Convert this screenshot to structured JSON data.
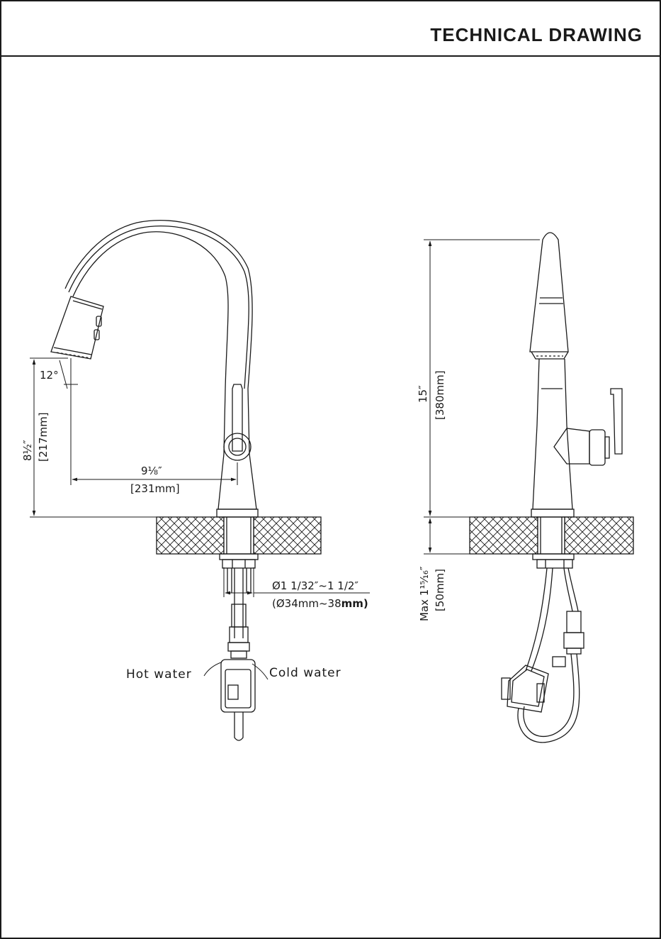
{
  "header": {
    "title": "TECHNICAL DRAWING"
  },
  "front_view": {
    "angle": "12°",
    "height_in": "8½″",
    "height_mm": "[217mm]",
    "reach_in": "9⅛″",
    "reach_mm": "[231mm]",
    "hole_in": "Ø1 1/32″~1 1/2″",
    "hole_mm_prefix": "(Ø34mm~38",
    "hole_mm_unit": "mm)",
    "hot_label": "Hot  water",
    "cold_label": "Cold  water"
  },
  "side_view": {
    "height_in": "15″",
    "height_mm": "[380mm]",
    "deck_in": "Max 1¹⁵⁄₁₆″",
    "deck_mm": "[50mm]"
  },
  "colors": {
    "ink": "#1a1a1a",
    "paper": "#ffffff"
  }
}
